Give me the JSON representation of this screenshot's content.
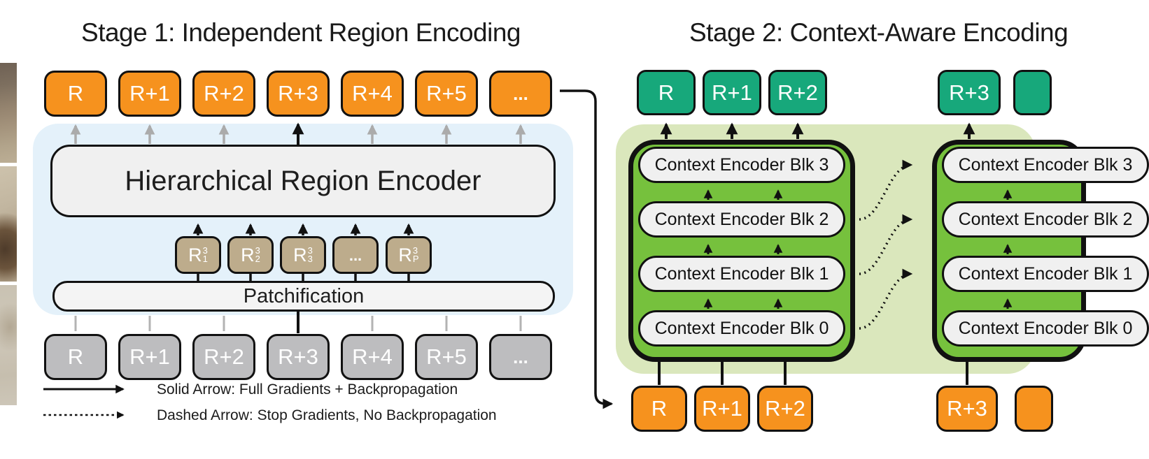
{
  "colors": {
    "orange": "#F6921E",
    "teal": "#17A87B",
    "block_green": "#76C13D",
    "bg_green": "#DAE7BC",
    "bg_blue": "#E4F1FA",
    "tan": "#BDAC8C",
    "gray_box": "#BDBDBF",
    "panel": "#F0F0F0",
    "ink": "#111111",
    "gray_arrow": "#ABABAB"
  },
  "stage1": {
    "title": "Stage 1: Independent Region Encoding",
    "encoder_label": "Hierarchical Region Encoder",
    "patchification_label": "Patchification",
    "top_row": [
      "R",
      "R+1",
      "R+2",
      "R+3",
      "R+4",
      "R+5",
      "..."
    ],
    "bottom_row": [
      "R",
      "R+1",
      "R+2",
      "R+3",
      "R+4",
      "R+5",
      "..."
    ],
    "patch_tokens": [
      {
        "base": "R",
        "sup": "3",
        "sub": "1"
      },
      {
        "base": "R",
        "sup": "3",
        "sub": "2"
      },
      {
        "base": "R",
        "sup": "3",
        "sub": "3"
      },
      {
        "base": "...",
        "sup": "",
        "sub": ""
      },
      {
        "base": "R",
        "sup": "3",
        "sub": "P"
      }
    ]
  },
  "stage2": {
    "title": "Stage 2: Context-Aware Encoding",
    "top_row": [
      "R",
      "R+1",
      "R+2"
    ],
    "top_row_right": [
      "R+3"
    ],
    "bottom_row": [
      "R",
      "R+1",
      "R+2"
    ],
    "bottom_row_right": [
      "R+3"
    ],
    "blocks": [
      "Context Encoder Blk 3",
      "Context Encoder Blk 2",
      "Context Encoder Blk 1",
      "Context Encoder Blk 0"
    ]
  },
  "legend": {
    "solid_label": "Solid Arrow: Full Gradients + Backpropagation",
    "dashed_label": "Dashed Arrow: Stop Gradients, No Backpropagation"
  }
}
